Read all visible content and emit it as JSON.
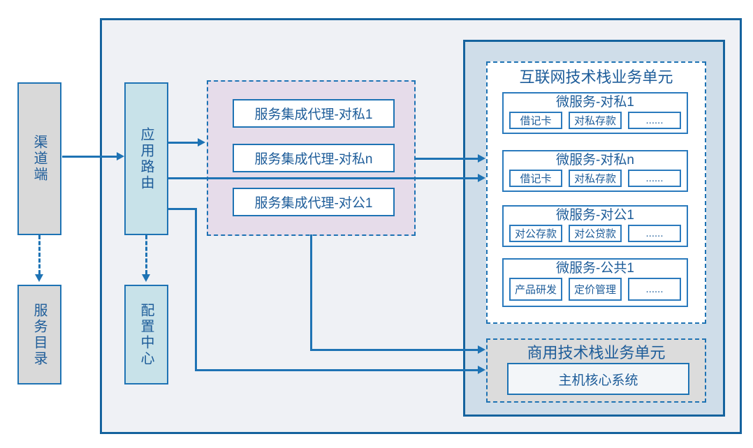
{
  "left_column": {
    "channel": "渠道端",
    "catalog": "服务目录"
  },
  "middle_column": {
    "router": "应用路由",
    "config": "配置中心"
  },
  "proxy_group": {
    "items": [
      {
        "label": "服务集成代理-对私1"
      },
      {
        "label": "服务集成代理-对私n"
      },
      {
        "label": "服务集成代理-对公1"
      }
    ]
  },
  "internet_unit": {
    "title": "互联网技术栈业务单元",
    "services": [
      {
        "title": "微服务-对私1",
        "modules": [
          "借记卡",
          "对私存款",
          "......"
        ]
      },
      {
        "title": "微服务-对私n",
        "modules": [
          "借记卡",
          "对私存款",
          "......"
        ]
      },
      {
        "title": "微服务-对公1",
        "modules": [
          "对公存款",
          "对公贷款",
          "......"
        ]
      },
      {
        "title": "微服务-公共1",
        "modules": [
          "产品研发",
          "定价管理",
          "......"
        ]
      }
    ]
  },
  "commercial_unit": {
    "title": "商用技术栈业务单元",
    "core": "主机核心系统"
  },
  "colors": {
    "line_blue": "#1e73b4",
    "container_border": "#15639e",
    "text_blue": "#1d5c99",
    "gray_fill": "#d9d9d9",
    "cyan_fill": "#c8e2e9",
    "lavender_fill": "#e6dcea",
    "panel_fill": "#cfdde9",
    "commercial_fill": "#dcdcdc",
    "container_fill": "#eff1f5"
  }
}
